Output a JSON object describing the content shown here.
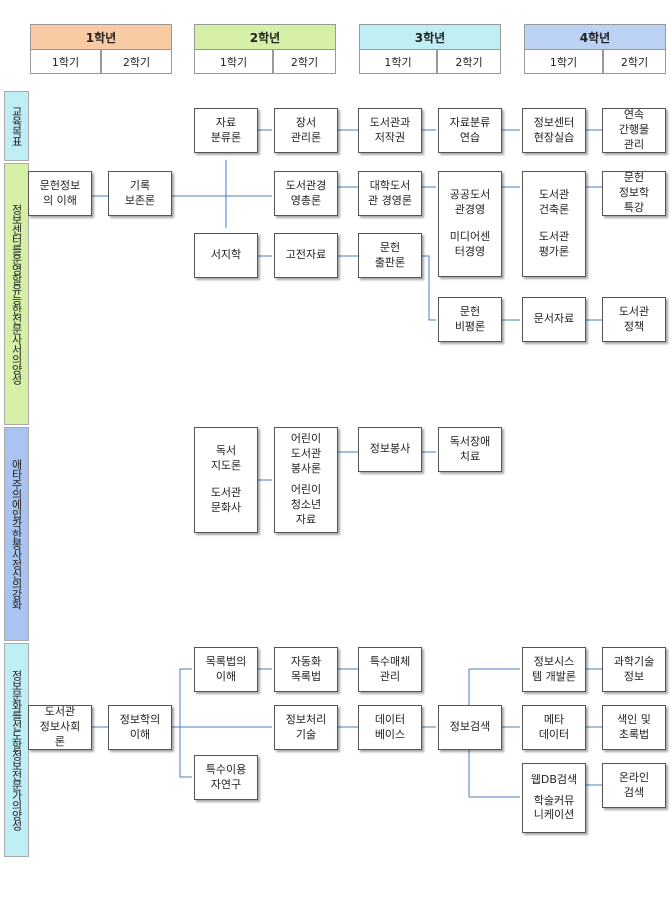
{
  "years": [
    {
      "label": "1학년",
      "color": "#f8cba4"
    },
    {
      "label": "2학년",
      "color": "#d7f0a7"
    },
    {
      "label": "3학년",
      "color": "#bfeef5"
    },
    {
      "label": "4학년",
      "color": "#bcd2f5"
    }
  ],
  "semesters": [
    "1학기",
    "2학기",
    "1학기",
    "2학기",
    "1학기",
    "2학기",
    "1학기",
    "2학기"
  ],
  "side": {
    "goal": {
      "label": "교육목표",
      "color": "#bfeef5"
    },
    "row1": {
      "label": "정보센터를운영할유능한전문사서의양성",
      "color": "#d7f0a7"
    },
    "row2": {
      "label": "애타주의에입각한봉사정신의강화",
      "color": "#a9c4f0"
    },
    "row3": {
      "label": "정보문화를선도할정보전문가의양성",
      "color": "#bfeef5"
    }
  },
  "boxes": {
    "munheon_ihae": "문헌정보\n의 이해",
    "girok": "기록\n보존론",
    "jaryo_bunryu": "자료\n분류론",
    "jangseo": "장서\n관리론",
    "doseogwan_jeojak": "도서관과\n저작권",
    "bunryu_yeonseup": "자료분류\n연습",
    "silseup": "정보센터\n현장실습",
    "yeonsok": "연속\n간행물\n관리",
    "gyeongyeong": "도서관경\n영총론",
    "daehak": "대학도서\n관 경영론",
    "gonggong_a": "공공도서\n관경영",
    "gonggong_b": "미디어센\n터경영",
    "geonchuk_a": "도서관\n건축론",
    "geonchuk_b": "도서관\n평가론",
    "munheon_teukgang": "문헌\n정보학\n특강",
    "seoji": "서지학",
    "gojeon": "고전자료",
    "chulpan": "문헌\n출판론",
    "bipyeong": "문헌\n비평론",
    "munseo": "문서자료",
    "jeongchaek": "도서관\n정책",
    "dokseo_a": "독서\n지도론",
    "dokseo_b": "도서관\n문화사",
    "eorini_a": "어린이\n도서관\n봉사론",
    "eorini_b": "어린이\n청소년\n자료",
    "bongsa": "정보봉사",
    "jangae": "독서장애\n치료",
    "doseogwan_sahoe": "도서관\n정보사회\n론",
    "jeongbohak": "정보학의\n이해",
    "mongnok": "목록법의\n이해",
    "teuksu_iyong": "특수이용\n자연구",
    "jadonghwa": "자동화\n목록법",
    "cheori": "정보처리\n기술",
    "maeche": "특수매체\n관리",
    "database": "데이터\n베이스",
    "geomsaek": "정보검색",
    "system": "정보시스\n템 개발론",
    "meta": "메타\n데이터",
    "webdb_a": "웹DB검색",
    "webdb_b": "학술커뮤\n니케이션",
    "gwahak": "과학기술\n정보",
    "saegin": "색인 및\n초록법",
    "online": "온라인\n검색"
  }
}
